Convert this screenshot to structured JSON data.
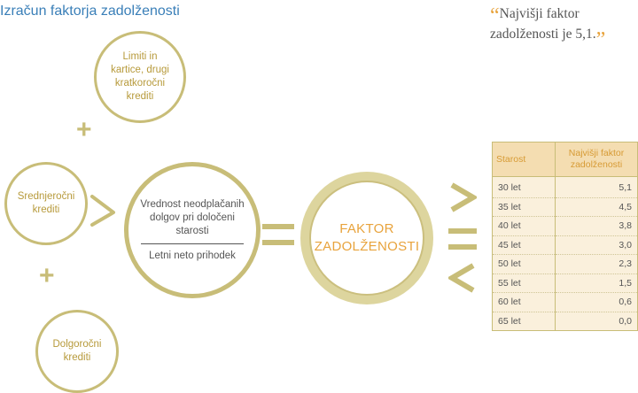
{
  "title": "Izračun faktorja zadolženosti",
  "quote": {
    "open_mark": "“",
    "text": "Najvišji faktor zadolženosti je 5,1.",
    "close_mark": "”"
  },
  "circles": {
    "limits": "Limiti in kartice, drugi kratkoročni krediti",
    "medium": "Srednjeročni krediti",
    "long": "Dolgoročni krediti",
    "fraction_numerator": "Vrednost neodplačanih dolgov pri določeni starosti",
    "fraction_denominator": "Letni neto prihodek",
    "faktor_line1": "FAKTOR",
    "faktor_line2": "ZADOLŽENOSTI"
  },
  "operators": {
    "plus": "+"
  },
  "table": {
    "headers": [
      "Starost",
      "Najvišji faktor zadolženosti"
    ],
    "rows": [
      {
        "age": "30 let",
        "value": "5,1"
      },
      {
        "age": "35 let",
        "value": "4,5"
      },
      {
        "age": "40 let",
        "value": "3,8"
      },
      {
        "age": "45 let",
        "value": "3,0"
      },
      {
        "age": "50 let",
        "value": "2,3"
      },
      {
        "age": "55 let",
        "value": "1,5"
      },
      {
        "age": "60 let",
        "value": "0,6"
      },
      {
        "age": "65 let",
        "value": "0,0"
      }
    ]
  },
  "colors": {
    "title": "#3a7fb8",
    "ring": "#c8bd78",
    "accent": "#e8a33c",
    "table_header_bg": "#f4ddb1",
    "table_body_bg": "#faf0dc"
  }
}
